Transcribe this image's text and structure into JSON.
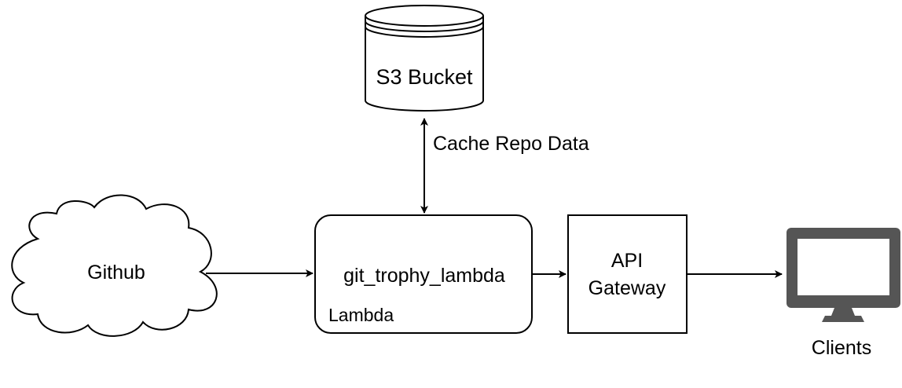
{
  "nodes": {
    "s3": {
      "label": "S3 Bucket"
    },
    "github": {
      "label": "Github"
    },
    "lambda": {
      "label": "git_trophy_lambda",
      "sublabel": "Lambda"
    },
    "api_gateway": {
      "label_line1": "API",
      "label_line2": "Gateway"
    },
    "clients": {
      "label": "Clients",
      "icon": "monitor-icon"
    }
  },
  "edges": {
    "cache": {
      "label": "Cache Repo Data"
    }
  },
  "colors": {
    "stroke": "#000000",
    "monitor": "#555555",
    "background": "#ffffff"
  }
}
